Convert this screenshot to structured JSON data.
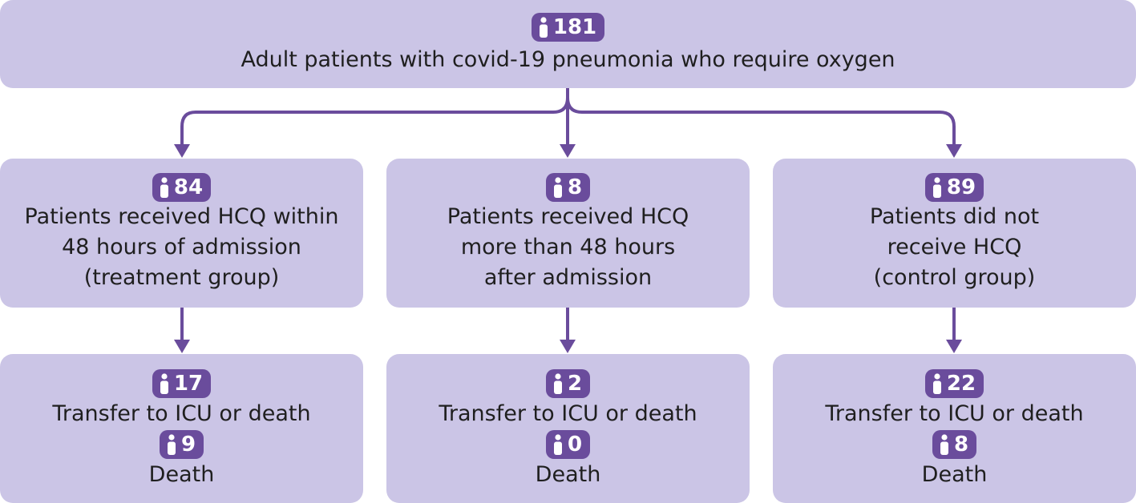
{
  "colors": {
    "box_fill": "#cbc5e6",
    "badge_fill": "#6a4c9c",
    "arrow": "#6a4c9c"
  },
  "icon": "person-icon",
  "top": {
    "count": "181",
    "label": "Adult patients with covid-19 pneumonia who require oxygen"
  },
  "groups": [
    {
      "count": "84",
      "label": "Patients received HCQ  within\n48 hours of admission\n(treatment group)",
      "icu_or_death_count": "17",
      "icu_or_death_label": "Transfer to ICU or death",
      "death_count": "9",
      "death_label": "Death"
    },
    {
      "count": "8",
      "label": "Patients received HCQ\nmore than 48 hours\nafter admission",
      "icu_or_death_count": "2",
      "icu_or_death_label": "Transfer to ICU or death",
      "death_count": "0",
      "death_label": "Death"
    },
    {
      "count": "89",
      "label": "Patients did not\nreceive HCQ\n(control group)",
      "icu_or_death_count": "22",
      "icu_or_death_label": "Transfer to ICU or death",
      "death_count": "8",
      "death_label": "Death"
    }
  ]
}
